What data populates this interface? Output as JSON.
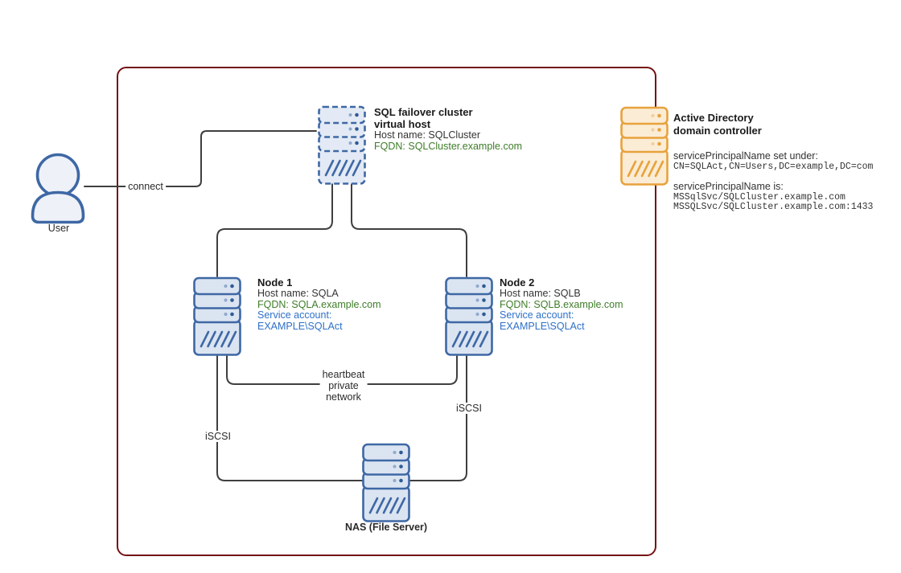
{
  "user": {
    "label": "User"
  },
  "edges": {
    "connect": "connect",
    "heartbeat_line1": "heartbeat",
    "heartbeat_line2": "private",
    "heartbeat_line3": "network",
    "iscsi_left": "iSCSI",
    "iscsi_right": "iSCSI"
  },
  "virtual_host": {
    "title_line1": "SQL failover cluster",
    "title_line2": "virtual host",
    "host_name": "Host name: SQLCluster",
    "fqdn": "FQDN: SQLCluster.example.com"
  },
  "node1": {
    "title": "Node 1",
    "host_name": "Host name: SQLA",
    "fqdn": "FQDN: SQLA.example.com",
    "service_account_line1": "Service account:",
    "service_account_line2": "EXAMPLE\\SQLAct"
  },
  "node2": {
    "title": "Node 2",
    "host_name": "Host name: SQLB",
    "fqdn": "FQDN: SQLB.example.com",
    "service_account_line1": "Service account:",
    "service_account_line2": "EXAMPLE\\SQLAct"
  },
  "nas": {
    "label": "NAS (File Server)"
  },
  "ad": {
    "title_line1": "Active Directory",
    "title_line2": "domain controller",
    "spn_set_label": "servicePrincipalName set under:",
    "spn_dn": "CN=SQLAct,CN=Users,DC=example,DC=com",
    "spn_is_label": "servicePrincipalName is:",
    "spn_value1": "MSSqlSvc/SQLCluster.example.com",
    "spn_value2": "MSSQLSvc/SQLCluster.example.com:1433"
  },
  "colors": {
    "boundary": "#731114",
    "wire": "#3F3F3F",
    "green_text": "#3E7D28",
    "blue_text": "#2E70C8"
  },
  "icon_styles": {
    "server-blue": {
      "stroke": "#3E68A5",
      "fill": "#DBE4F1",
      "dotA": "#8FA8CC",
      "dotB": "#2F5B94",
      "dashed": false
    },
    "server-dashed": {
      "stroke": "#3E68A5",
      "fill": "#E3EAF5",
      "dotA": "#8FA8CC",
      "dotB": "#2F5B94",
      "dashed": true
    },
    "server-orange": {
      "stroke": "#E8A23C",
      "fill": "#FBECD5",
      "dotA": "#F2CD9A",
      "dotB": "#E8A23C",
      "dashed": false
    },
    "user": {
      "stroke": "#3E68A5",
      "fill": "#EEF2F8"
    }
  }
}
